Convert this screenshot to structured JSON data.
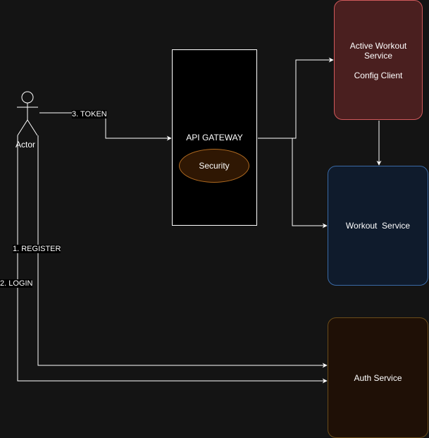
{
  "actor": {
    "label": "Actor"
  },
  "nodes": {
    "gateway": {
      "label": "API GATEWAY"
    },
    "security": {
      "label": "Security"
    },
    "active_workout": {
      "label": "Active Workout\nService\n\nConfig Client"
    },
    "workout": {
      "label": "Workout  Service"
    },
    "auth": {
      "label": "Auth Service"
    }
  },
  "edges": {
    "token": {
      "label": "3. TOKEN"
    },
    "register": {
      "label": "1. REGISTER"
    },
    "login": {
      "label": "2. LOGIN"
    }
  },
  "colors": {
    "background": "#141414",
    "line": "#ffffff",
    "active_fill": "#4a1f1f",
    "active_stroke": "#d0595b",
    "workout_fill": "#0f1b2c",
    "workout_stroke": "#3a6aa6",
    "auth_fill": "#1f1006",
    "auth_stroke": "#6b4d1a",
    "security_fill": "#2f1703",
    "security_stroke": "#b06a20"
  }
}
